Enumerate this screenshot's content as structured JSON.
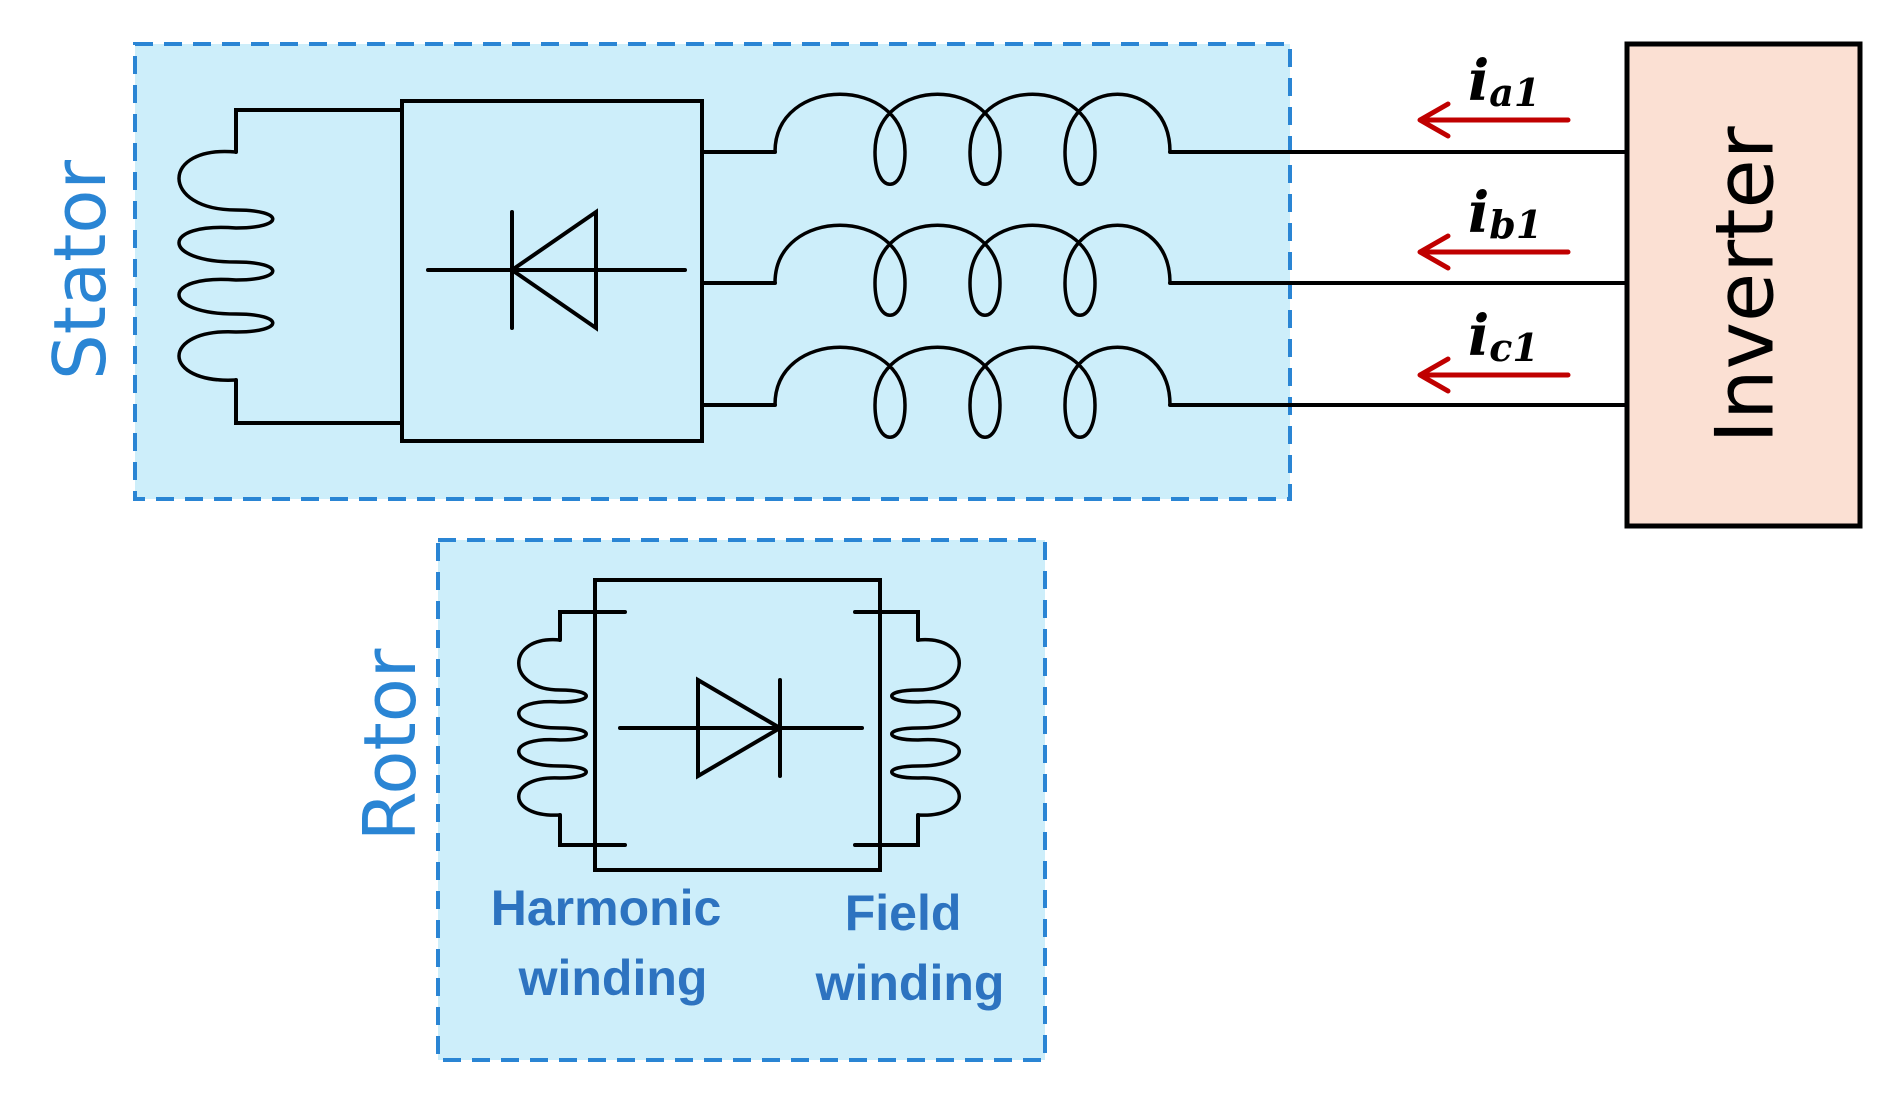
{
  "stator": {
    "label": "Stator"
  },
  "rotor": {
    "label": "Rotor"
  },
  "inverter": {
    "label": "Inverter"
  },
  "currents": [
    {
      "base": "i",
      "sub": "a1"
    },
    {
      "base": "i",
      "sub": "b1"
    },
    {
      "base": "i",
      "sub": "c1"
    }
  ],
  "windings": {
    "harmonic": {
      "line1": "Harmonic",
      "line2": "winding"
    },
    "field": {
      "line1": "Field",
      "line2": "winding"
    }
  },
  "colors": {
    "region_fill": "#cdeefa",
    "region_border": "#2a85d4",
    "label_blue": "#2d73c0",
    "arrow_red": "#c00000",
    "inverter_fill": "#fbe0d3"
  }
}
